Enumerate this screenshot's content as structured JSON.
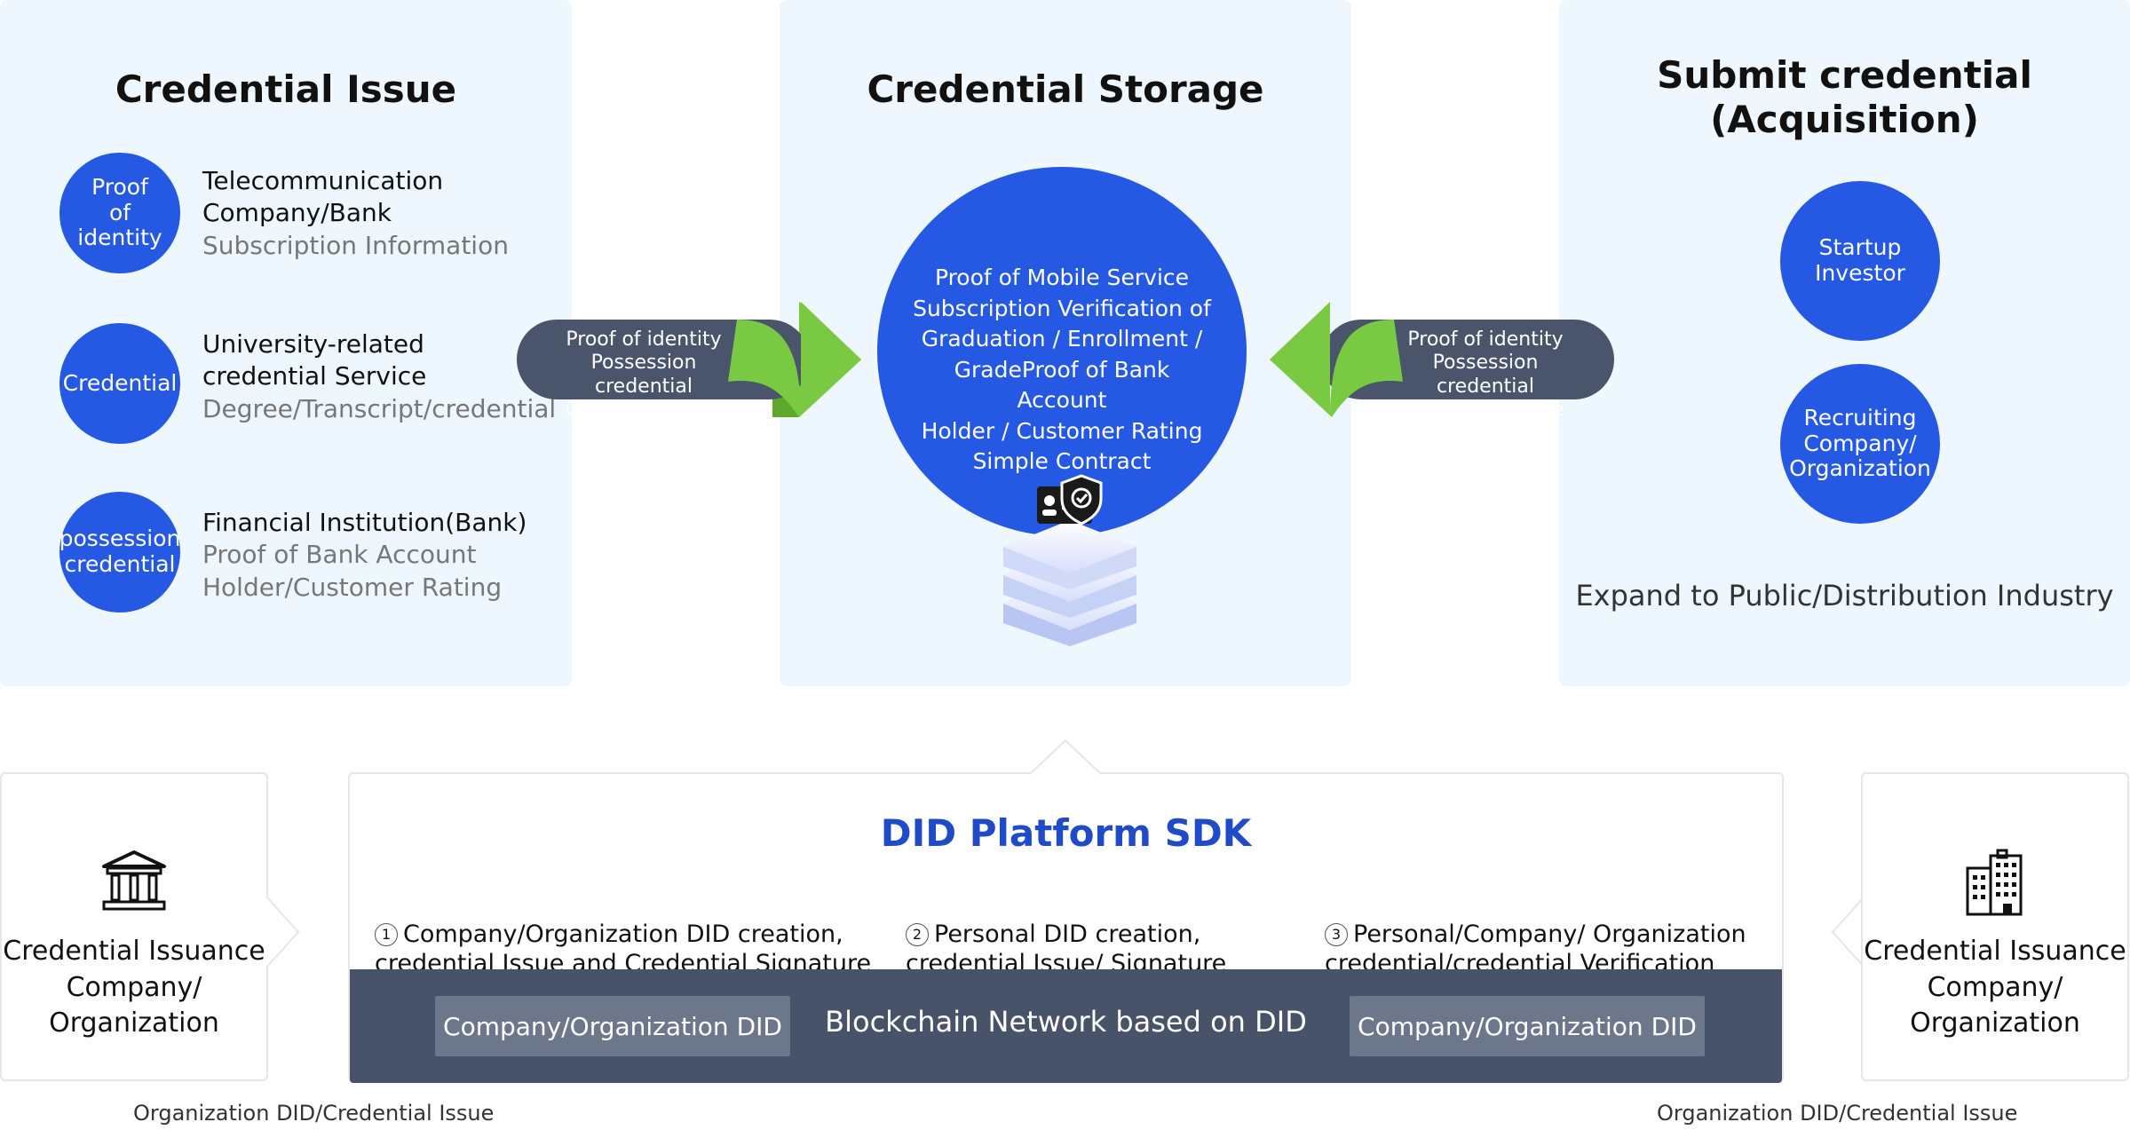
{
  "panels": {
    "issue": {
      "title": "Credential Issue",
      "items": [
        {
          "circle": "Proof\nof\nidentity",
          "main": "Telecommunication\nCompany/Bank",
          "sub": "Subscription Information"
        },
        {
          "circle": "Credential",
          "main": "University-related\ncredential Service",
          "sub": "Degree/Transcript/credential"
        },
        {
          "circle": "possession\ncredential",
          "main": "Financial Institution(Bank)",
          "sub": "Proof of Bank Account\nHolder/Customer Rating"
        }
      ]
    },
    "storage": {
      "title": "Credential Storage",
      "circle_text": "Proof of Mobile Service\nSubscription Verification of\nGraduation / Enrollment /\nGradeProof of Bank Account\nHolder / Customer Rating\nSimple Contract"
    },
    "submit": {
      "title": "Submit credential\n(Acquisition)",
      "circles": [
        "Startup\nInvestor",
        "Recruiting\nCompany/\nOrganization"
      ],
      "expand": "Expand to Public/Distribution Industry"
    }
  },
  "arrows": {
    "left_text": "Proof of identity\nPossession credential\nCredential Issue",
    "right_text": "Proof of identity\nPossession credential\nCredential Issue"
  },
  "sdk": {
    "title": "DID Platform SDK",
    "steps": [
      {
        "num": "1",
        "text": "Company/Organization DID creation,\ncredential Issue and Credential Signature"
      },
      {
        "num": "2",
        "text": "Personal DID creation,\ncredential Issue/ Signature"
      },
      {
        "num": "3",
        "text": "Personal/Company/ Organization\ncredential/credential Verification"
      }
    ],
    "chain": {
      "left_chip": "Company/Organization DID",
      "label": "Blockchain Network based on DID",
      "right_chip": "Company/Organization DID"
    }
  },
  "side": {
    "left_label": "Credential Issuance\nCompany/\nOrganization",
    "right_label": "Credential Issuance\nCompany/\nOrganization",
    "left_icon": "bank-building-icon",
    "right_icon": "office-building-icon"
  },
  "footer": {
    "left": "Organization DID/Credential Issue",
    "right": "Organization DID/Credential Issue"
  },
  "colors": {
    "panel_bg": "#eef6fe",
    "accent_blue": "#2558e3",
    "arrow_green": "#7ac943",
    "arrow_slate": "#4a556b",
    "chain_bar": "#48536a",
    "sdk_title": "#1f4bc6"
  }
}
